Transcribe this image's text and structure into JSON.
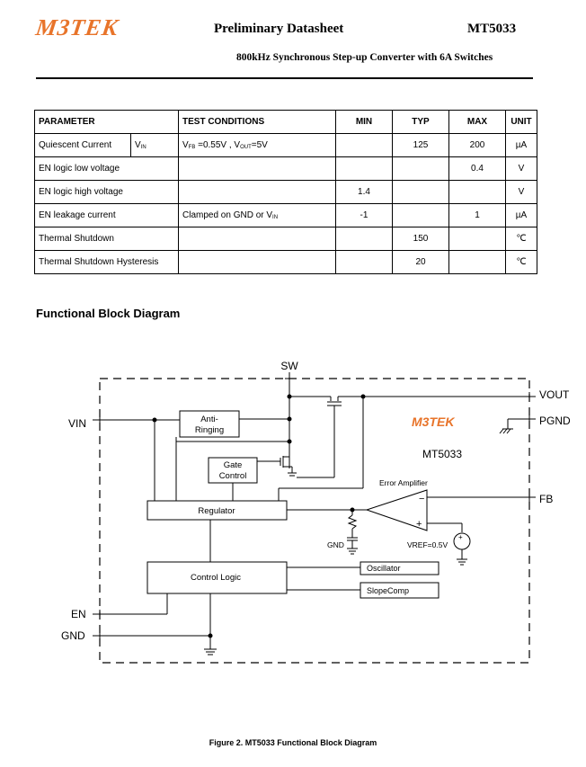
{
  "header": {
    "logo_text": "M3TEK",
    "title": "Preliminary Datasheet",
    "part_number": "MT5033",
    "subtitle": "800kHz Synchronous Step-up Converter with 6A Switches",
    "logo_color": "#e8742a"
  },
  "table": {
    "headers": [
      "PARAMETER",
      "TEST CONDITIONS",
      "MIN",
      "TYP",
      "MAX",
      "UNIT"
    ],
    "rows": [
      {
        "parameter": "Quiescent Current",
        "symbol": "V",
        "symbol_sub": "IN",
        "condition": "V",
        "condition_sub": "FB",
        "condition_rest": " =0.55V , V",
        "condition_sub2": "OUT",
        "condition_rest2": "=5V",
        "min": "",
        "typ": "125",
        "max": "200",
        "unit": "µA"
      },
      {
        "parameter": "EN logic low voltage",
        "condition": "",
        "min": "",
        "typ": "",
        "max": "0.4",
        "unit": "V"
      },
      {
        "parameter": "EN logic high voltage",
        "condition": "",
        "min": "1.4",
        "typ": "",
        "max": "",
        "unit": "V"
      },
      {
        "parameter": "EN leakage current",
        "condition": "Clamped on GND or V",
        "condition_sub": "IN",
        "min": "-1",
        "typ": "",
        "max": "1",
        "unit": "µA"
      },
      {
        "parameter": "Thermal Shutdown",
        "condition": "",
        "min": "",
        "typ": "150",
        "max": "",
        "unit": "℃"
      },
      {
        "parameter": "Thermal Shutdown Hysteresis",
        "condition": "",
        "min": "",
        "typ": "20",
        "max": "",
        "unit": "℃"
      }
    ]
  },
  "section_title": "Functional Block Diagram",
  "diagram": {
    "pins": {
      "sw": "SW",
      "vin": "VIN",
      "en": "EN",
      "gnd": "GND",
      "vout": "VOUT",
      "pgnd": "PGND",
      "fb": "FB"
    },
    "blocks": {
      "anti_ringing_1": "Anti-",
      "anti_ringing_2": "Ringing",
      "gate_control_1": "Gate",
      "gate_control_2": "Control",
      "regulator": "Regulator",
      "control_logic": "Control Logic",
      "oscillator": "Oscillator",
      "slopecomp": "SlopeComp"
    },
    "labels": {
      "error_amplifier": "Error Amplifier",
      "vref": "VREF=0.5V",
      "gnd_inner": "GND",
      "minus": "−",
      "plus": "+",
      "chip_logo": "M3TEK",
      "chip_part": "MT5033"
    }
  },
  "caption": "Figure 2. MT5033 Functional Block Diagram"
}
